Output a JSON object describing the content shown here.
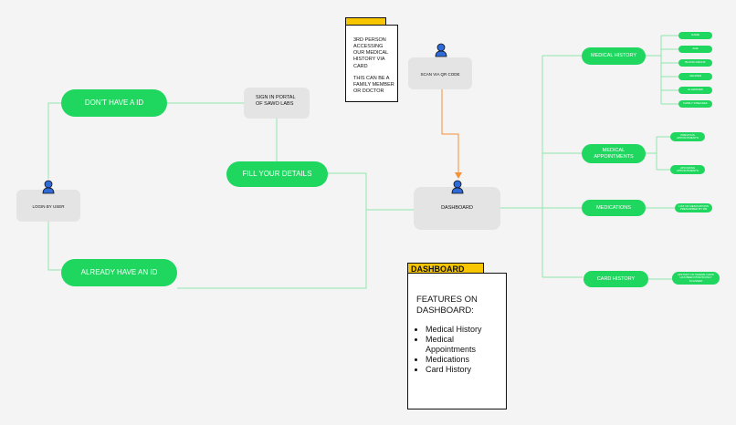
{
  "colors": {
    "green": "#1fd65f",
    "box": "#e4e4e4",
    "line_green": "#8fe6ad",
    "arrow_orange": "#f4913a",
    "note_tab": "#f7c600",
    "avatar": "#2f6bd8"
  },
  "nodes": {
    "dont_have_id": "DON'T HAVE A ID",
    "sign_in_portal": "SIGN IN PORTAL OF SAWO LABS",
    "fill_details": "FILL YOUR DETAILS",
    "login_by_user": "LOGIN BY USER",
    "already_have_id": "ALREADY HAVE AN ID",
    "scan_qr": "SCAN VIA QR CODE",
    "dashboard": "DASHBOARD",
    "medical_history": "MEDICAL HISTORY",
    "medical_appointments": "MEDICAL APPOINTMENTS",
    "medications": "MEDICATIONS",
    "card_history": "CARD HISTORY"
  },
  "medical_history_items": [
    "NAME",
    "AGE",
    "BLOOD GROUP",
    "GENDER",
    "ALLERGIES",
    "FAMILY DISEASES"
  ],
  "appointment_items": [
    "PREVIOUS APPOINTMENTS",
    "UPCOMING APPOINTMENTS"
  ],
  "medications_item": "LIST OF MEDICATIONS PRESCRIBED BY DR",
  "card_history_item": "HISTORY OF WHERE CARD HAS BEEN PREVIOUSLY SCANNED",
  "note_third_person": {
    "text1": "3RD PERSON ACCESSING OUR MEDICAL HISTORY VIA CARD",
    "text2": "THIS CAN BE A FAMILY MEMBER OR DOCTOR"
  },
  "note_dashboard": {
    "tab": "DASHBOARD",
    "heading": "FEATURES ON DASHBOARD:",
    "features": [
      "Medical History",
      "Medical Appointments",
      "Medications",
      "Card History"
    ]
  }
}
